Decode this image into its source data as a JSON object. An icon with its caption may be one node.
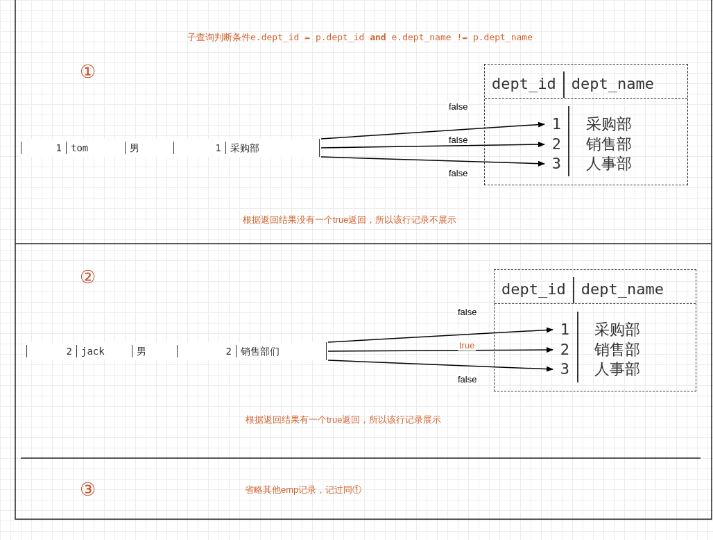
{
  "diagram": {
    "nodes": [
      {
        "text": [
          "1",
          "tom",
          "男",
          "1",
          "采购部"
        ]
      },
      {
        "text": [
          "dept_id",
          "dept_name"
        ]
      },
      {
        "text": [
          "1",
          "采购部"
        ],
        "in": 1
      },
      {
        "text": [
          "2",
          "销售部"
        ],
        "in": 1
      },
      {
        "text": [
          "3",
          "人事部"
        ],
        "in": 1
      },
      {
        "text": [
          "2",
          "jack",
          "男",
          "2",
          "销售部们"
        ]
      },
      {
        "text": [
          "dept_id",
          "dept_name"
        ]
      },
      {
        "text": [
          "1",
          "采购部"
        ],
        "in": 6
      },
      {
        "text": [
          "2",
          "销售部"
        ],
        "in": 6
      },
      {
        "text": [
          "3",
          "人事部"
        ],
        "in": 6
      }
    ],
    "edges": [
      {
        "from": 0,
        "to": 2,
        "arrow": "to",
        "label": "false"
      },
      {
        "from": 0,
        "to": 3,
        "arrow": "to",
        "label": "false"
      },
      {
        "from": 0,
        "to": 4,
        "arrow": "to",
        "label": "false"
      },
      {
        "from": 5,
        "to": 7,
        "arrow": "to",
        "label": "false"
      },
      {
        "from": 5,
        "to": 8,
        "arrow": "to",
        "label": "true"
      },
      {
        "from": 5,
        "to": 9,
        "arrow": "to",
        "label": "false"
      }
    ],
    "labels": [
      "子查询判断条件e.dept_id = p.dept_id **and** e.dept_name != p.dept_name",
      "①",
      "根据返回结果没有一个true返回，所以该行记录不展示",
      "②",
      "根据返回结果有一个true返回，所以该行记录展示",
      "③",
      "省略其他emp记录，记过同①"
    ]
  }
}
